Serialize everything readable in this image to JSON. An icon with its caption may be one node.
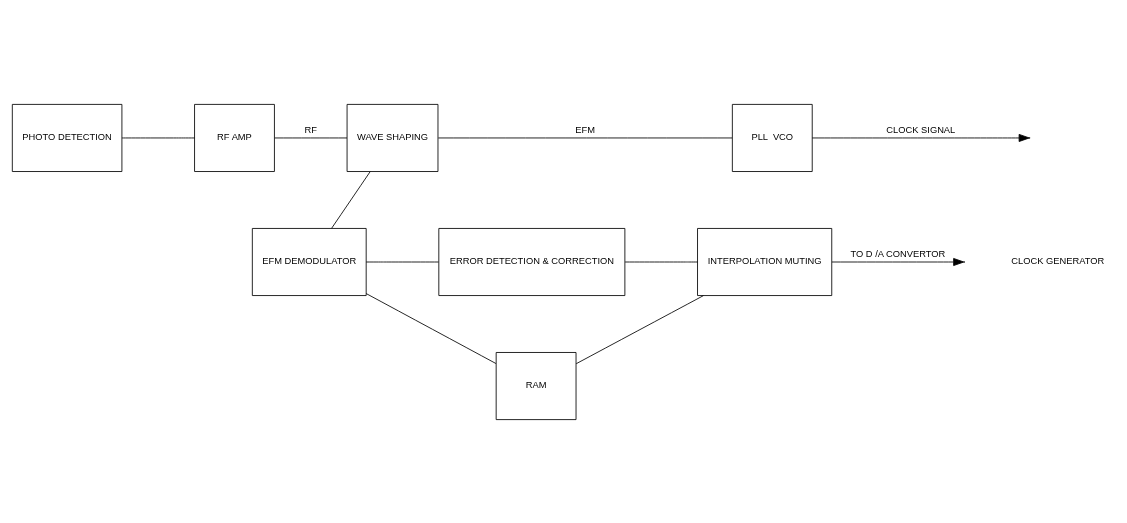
{
  "diagram": {
    "nodes": [
      {
        "text": [
          "PHOTO DETECTION"
        ]
      },
      {
        "text": [
          "RF AMP"
        ]
      },
      {
        "text": [
          "WAVE SHAPING"
        ]
      },
      {
        "text": [
          "PLL  VCO"
        ]
      },
      {
        "text": [
          "EFM DEMODULATOR"
        ]
      },
      {
        "text": [
          "ERROR DETECTION & CORRECTION"
        ]
      },
      {
        "text": [
          "INTERPOLATION MUTING"
        ]
      },
      {
        "text": [
          "RAM"
        ]
      }
    ],
    "edges": [
      {
        "from": 0,
        "to": 1,
        "arrow": "none"
      },
      {
        "from": 1,
        "to": 2,
        "arrow": "none",
        "label": "RF"
      },
      {
        "from": 2,
        "to": 3,
        "arrow": "none",
        "label": "EFM"
      },
      {
        "from": 2,
        "to": 4,
        "arrow": "none"
      },
      {
        "from": 3,
        "to": null,
        "arrow": "to",
        "label": "CLOCK SIGNAL"
      },
      {
        "from": 4,
        "to": 5,
        "arrow": "none"
      },
      {
        "from": 5,
        "to": 6,
        "arrow": "none"
      },
      {
        "from": 6,
        "to": null,
        "arrow": "to",
        "label": "TO D /A CONVERTOR"
      },
      {
        "from": 4,
        "to": 7,
        "arrow": "none"
      },
      {
        "from": 6,
        "to": 7,
        "arrow": "none"
      }
    ],
    "labels": [
      "CLOCK GENERATOR"
    ]
  }
}
